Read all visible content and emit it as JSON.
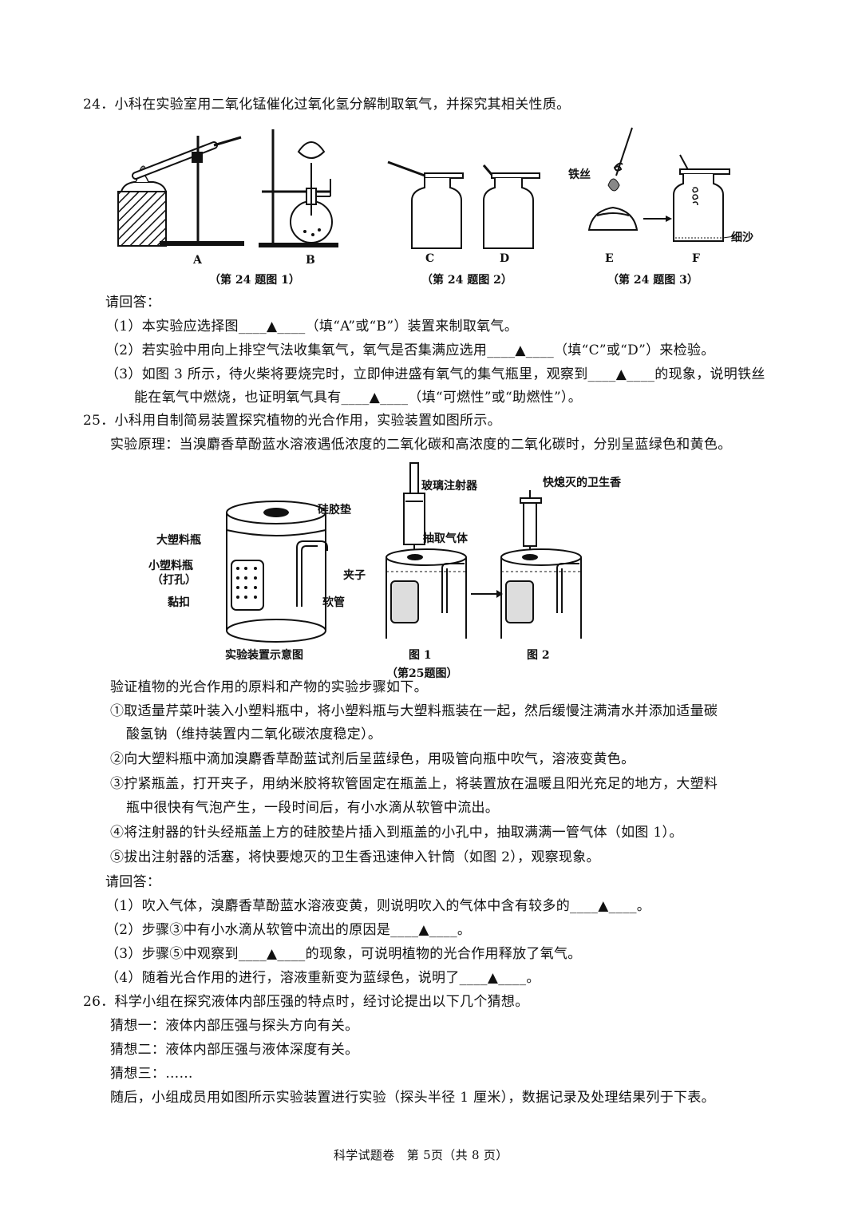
{
  "q24": {
    "stem": "24．小科在实验室用二氧化锰催化过氧化氢分解制取氧气，并探究其相关性质。",
    "letters": [
      "A",
      "B",
      "C",
      "D",
      "E",
      "F"
    ],
    "captions": [
      "（第 24 题图 1）",
      "（第 24 题图 2）",
      "（第 24 题图 3）"
    ],
    "label_tiesi": "铁丝",
    "label_xisha": "细沙",
    "prompt": "请回答：",
    "item1": "（1）本实验应选择图____▲____（填“A”或“B”）装置来制取氧气。",
    "item2": "（2）若实验中用向上排空气法收集氧气，氧气是否集满应选用____▲____（填“C”或“D”）来检验。",
    "item3a": "（3）如图 3 所示，待火柴将要烧完时，立即伸进盛有氧气的集气瓶里，观察到____▲____的现象，说明铁丝",
    "item3b": "能在氧气中燃烧，也证明氧气具有____▲____（填“可燃性”或“助燃性”）。"
  },
  "q25": {
    "stem": "25．小科用自制简易装置探究植物的光合作用，实验装置如图所示。",
    "principle": "实验原理：当溴麝香草酚蓝水溶液遇低浓度的二氧化碳和高浓度的二氧化碳时，分别呈蓝绿色和黄色。",
    "labels": {
      "silica_pad": "硅胶垫",
      "big_bottle": "大塑料瓶",
      "small_bottle": "小塑料瓶",
      "perforated": "（打孔）",
      "sticky_button": "黏扣",
      "clip": "夹子",
      "hose": "软管",
      "syringe": "玻璃注射器",
      "extract_gas": "抽取气体",
      "incense": "快熄灭的卫生香"
    },
    "fig_captions": [
      "实验装置示意图",
      "图 1",
      "图 2"
    ],
    "main_caption": "（第25题图）",
    "steps_intro": "验证植物的光合作用的原料和产物的实验步骤如下。",
    "step1a": "①取适量芹菜叶装入小塑料瓶中，将小塑料瓶与大塑料瓶装在一起，然后缓慢注满清水并添加适量碳",
    "step1b": "酸氢钠（维持装置内二氧化碳浓度稳定）。",
    "step2": "②向大塑料瓶中滴加溴麝香草酚蓝试剂后呈蓝绿色，用吸管向瓶中吹气，溶液变黄色。",
    "step3a": "③拧紧瓶盖，打开夹子，用纳米胶将软管固定在瓶盖上，将装置放在温暖且阳光充足的地方，大塑料",
    "step3b": "瓶中很快有气泡产生，一段时间后，有小水滴从软管中流出。",
    "step4": "④将注射器的针头经瓶盖上方的硅胶垫片插入到瓶盖的小孔中，抽取满满一管气体（如图 1）。",
    "step5": "⑤拔出注射器的活塞，将快要熄灭的卫生香迅速伸入针筒（如图 2），观察现象。",
    "prompt": "请回答：",
    "item1": "（1）吹入气体，溴麝香草酚蓝水溶液变黄，则说明吹入的气体中含有较多的____▲____。",
    "item2": "（2）步骤③中有小水滴从软管中流出的原因是____▲____。",
    "item3": "（3）步骤⑤中观察到____▲____的现象，可说明植物的光合作用释放了氧气。",
    "item4": "（4）随着光合作用的进行，溶液重新变为蓝绿色，说明了____▲____。"
  },
  "q26": {
    "stem": "26．科学小组在探究液体内部压强的特点时，经讨论提出以下几个猜想。",
    "guess1": "猜想一：液体内部压强与探头方向有关。",
    "guess2": "猜想二：液体内部压强与液体深度有关。",
    "guess3": "猜想三：……",
    "after": "随后，小组成员用如图所示实验装置进行实验（探头半径 1 厘米），数据记录及处理结果列于下表。"
  },
  "footer": "科学试题卷　第 5页（共 8 页）"
}
